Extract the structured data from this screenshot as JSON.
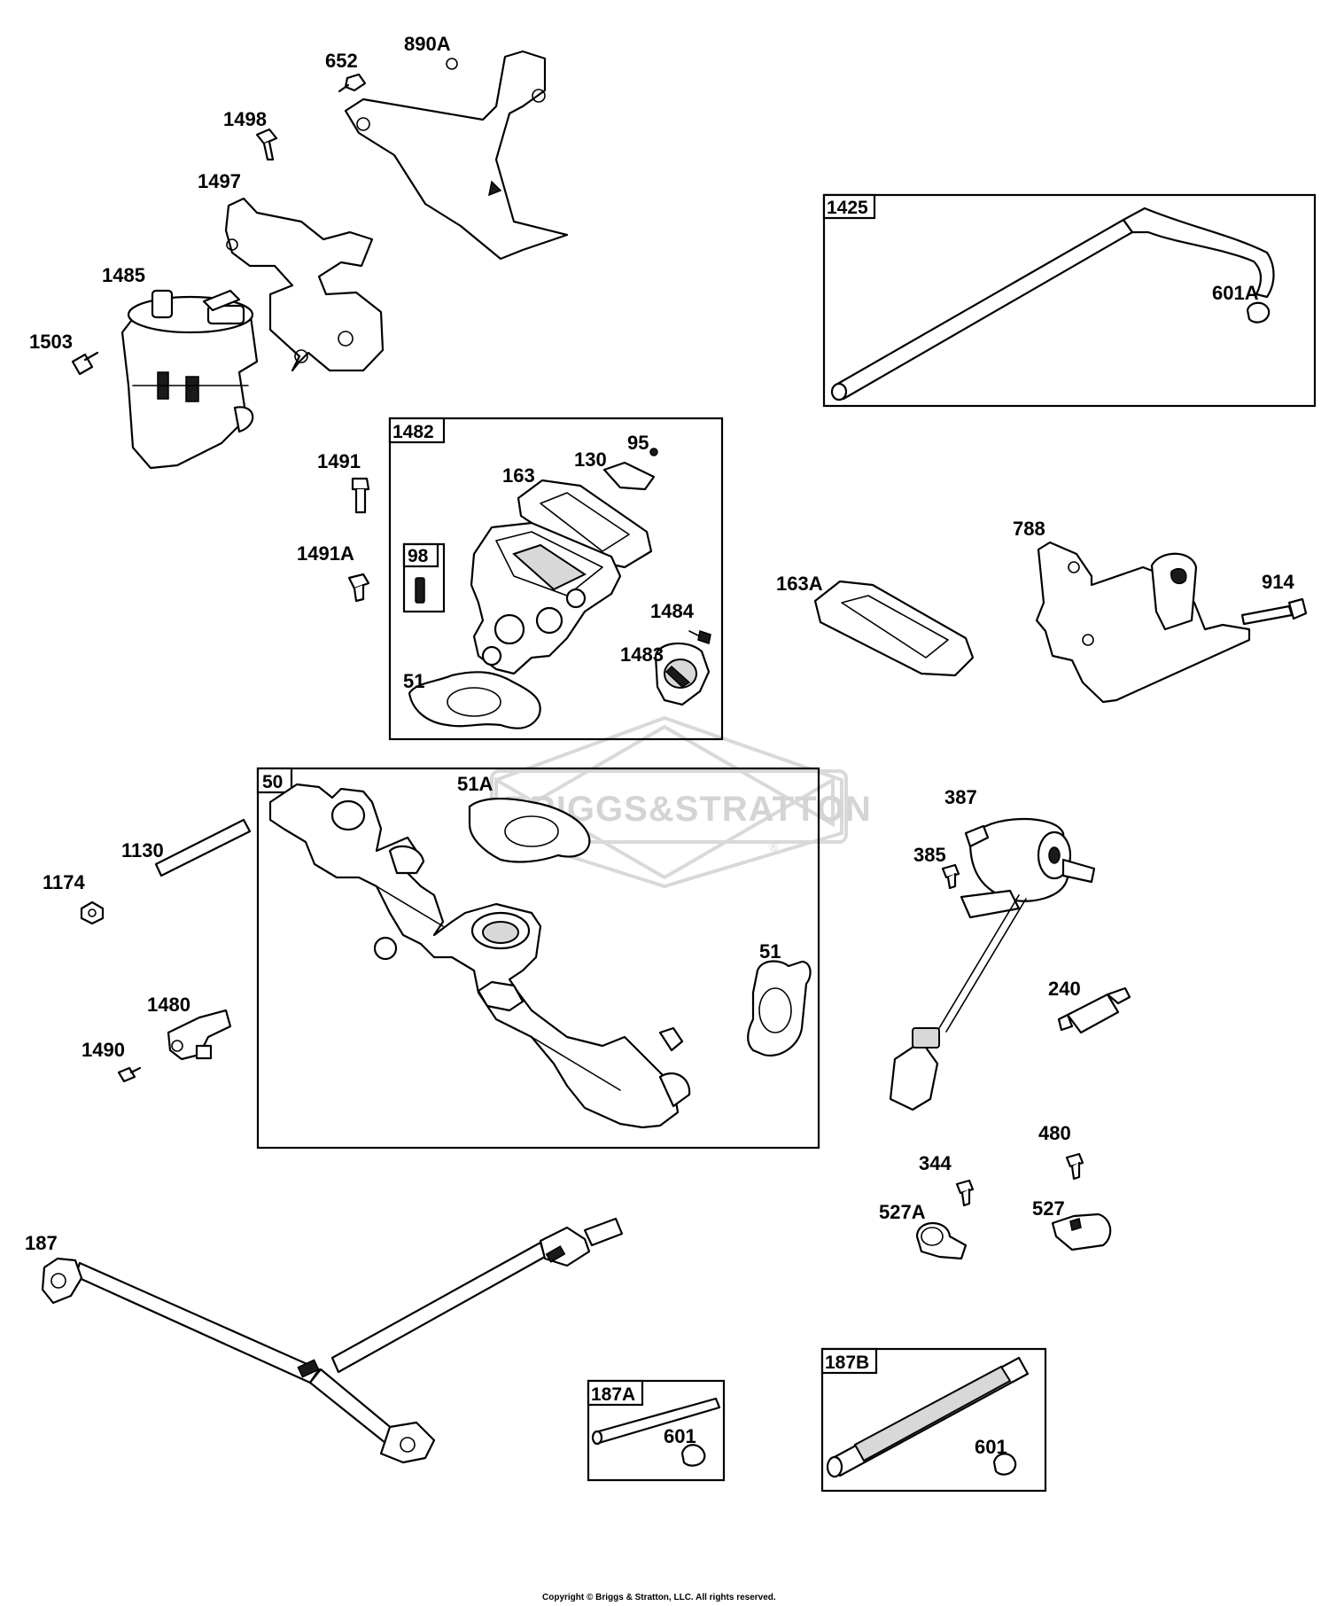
{
  "watermark": {
    "text": "BRIGGS&STRATTON",
    "registered": "®"
  },
  "copyright": "Copyright © Briggs & Stratton, LLC. All rights reserved.",
  "callouts": {
    "p652": "652",
    "p890A": "890A",
    "p1498": "1498",
    "p1497": "1497",
    "p1485": "1485",
    "p1503": "1503",
    "p1491": "1491",
    "p1491A": "1491A",
    "p95": "95",
    "p130": "130",
    "p163": "163",
    "p1484": "1484",
    "p1483": "1483",
    "p51_box": "51",
    "p601A": "601A",
    "p788": "788",
    "p914": "914",
    "p163A": "163A",
    "p387": "387",
    "p385": "385",
    "p51A": "51A",
    "p1130": "1130",
    "p1174": "1174",
    "p51_right": "51",
    "p240": "240",
    "p1480": "1480",
    "p1490": "1490",
    "p480": "480",
    "p344": "344",
    "p527A": "527A",
    "p527": "527",
    "p187": "187",
    "p601_a": "601",
    "p601_b": "601"
  },
  "boxes": {
    "b1425": "1425",
    "b1482": "1482",
    "b98": "98",
    "b50": "50",
    "b187A": "187A",
    "b187B": "187B"
  }
}
